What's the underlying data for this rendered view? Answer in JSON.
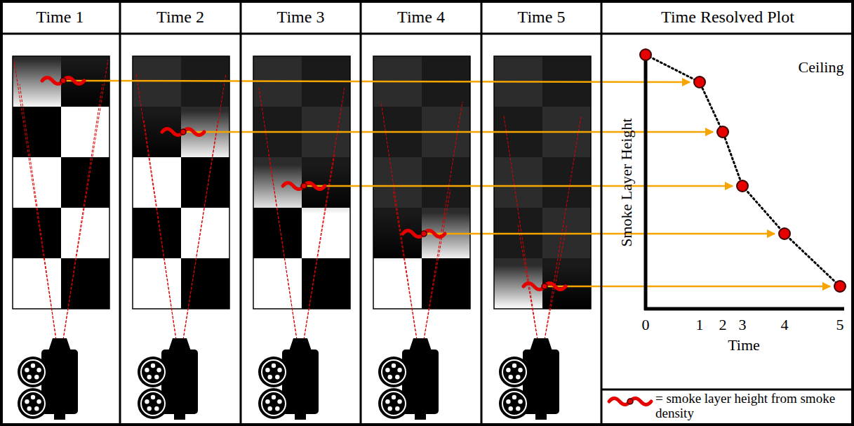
{
  "diagram": {
    "nodes": [
      {
        "text": [
          "Time 1"
        ]
      },
      {
        "text": [
          "Time 2"
        ]
      },
      {
        "text": [
          "Time 3"
        ]
      },
      {
        "text": [
          "Time 4"
        ]
      },
      {
        "text": [
          "Time 5"
        ]
      },
      {
        "text": [
          "Time Resolved Plot"
        ]
      }
    ],
    "labels": [
      "Ceiling",
      "Smoke Layer Height",
      "0",
      "1",
      "2",
      "3",
      "4",
      "5",
      "Time"
    ],
    "legend": [
      {
        "text": "= smoke layer height from smoke density"
      }
    ]
  }
}
